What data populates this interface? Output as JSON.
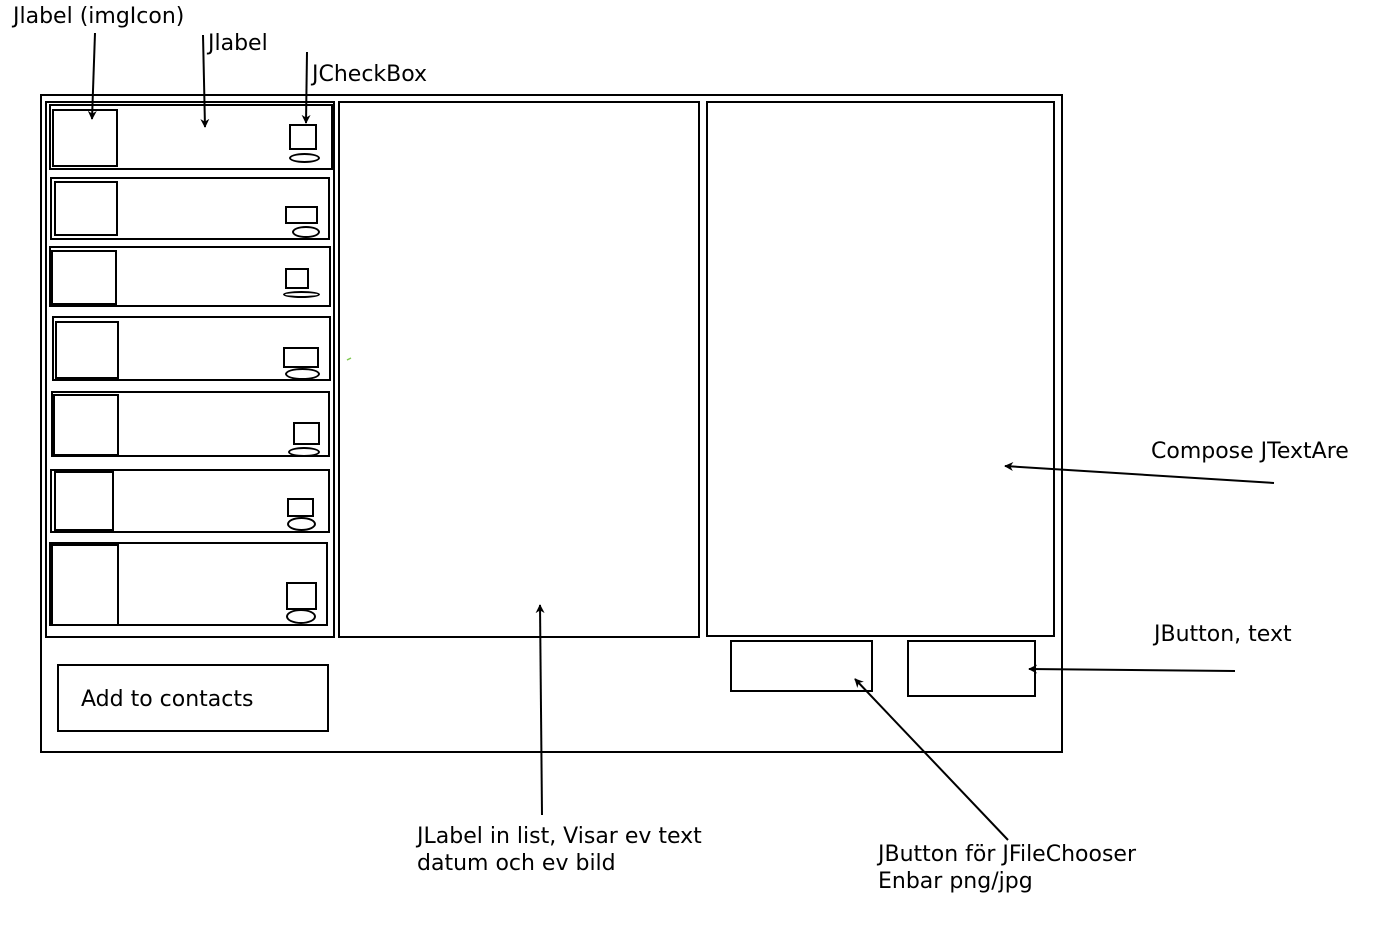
{
  "annotations": {
    "img_icon_label": "Jlabel (imgIcon)",
    "label": "Jlabel",
    "checkbox": "JCheckBox",
    "compose": "Compose JTextAre",
    "button_text": "JButton, text",
    "list_label_line1": "JLabel in list, Visar ev text",
    "list_label_line2": "datum och ev bild",
    "file_chooser_line1": "JButton för JFileChooser",
    "file_chooser_line2": "Enbar png/jpg"
  },
  "window": {
    "add_contacts_button": "Add  to contacts"
  },
  "contact_list": {
    "row_count": 7
  }
}
